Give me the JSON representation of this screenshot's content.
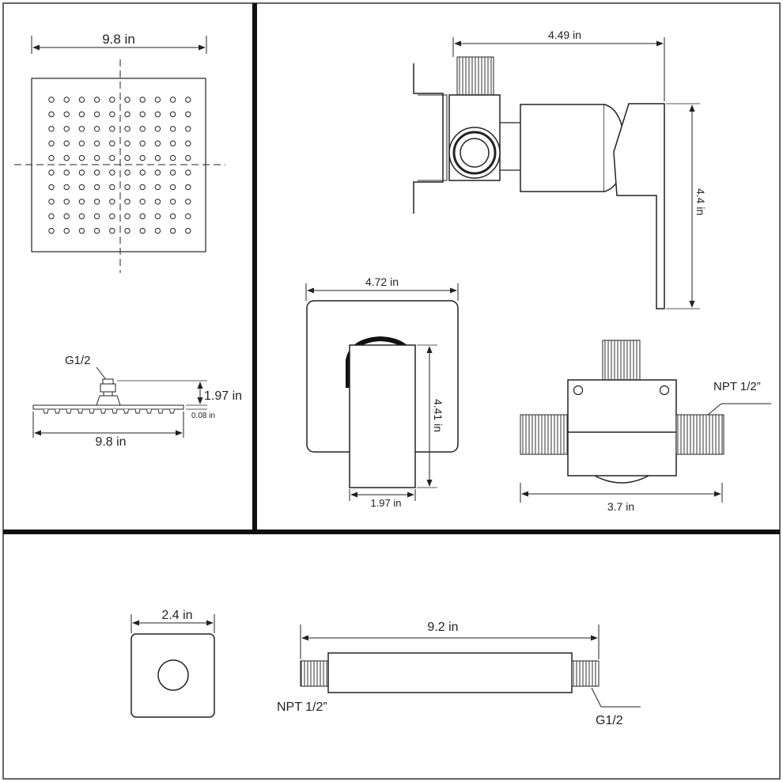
{
  "labels": {
    "head_width_top": "9.8 in",
    "head_width_side": "9.8 in",
    "thread_head": "G1/2",
    "head_height": "1.97 in",
    "head_thickness": "0.08 in",
    "valve_depth": "4.49 in",
    "valve_height": "4.4 in",
    "plate_width": "4.72 in",
    "plate_height": "4.41 in",
    "handle_width": "1.97 in",
    "valve_thread": "NPT 1/2”",
    "valve_width": "3.7 in",
    "flange_width": "2.4 in",
    "arm_length": "9.2 in",
    "arm_thread_left": "NPT 1/2”",
    "arm_thread_right": "G1/2"
  },
  "colors": {
    "line": "#222222",
    "frame": "#111111",
    "bg": "#ffffff"
  }
}
